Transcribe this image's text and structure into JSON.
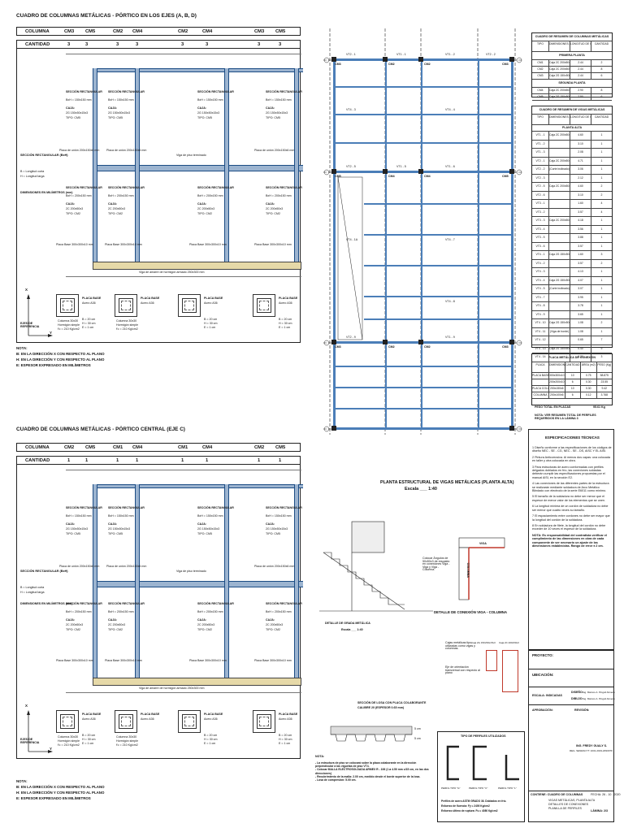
{
  "frame1": {
    "title": "CUADRO DE COLUMNAS METÁLICAS - PÓRTICO EN LOS EJES (A, B, D)",
    "row1_label": "COLUMNA",
    "row2_label": "CANTIDAD",
    "columns": [
      {
        "a": "CM3",
        "b": "CM5",
        "qa": "3",
        "qb": "3"
      },
      {
        "a": "CM2",
        "b": "CM4",
        "qa": "3",
        "qb": "3"
      },
      {
        "a": "CM2",
        "b": "CM4",
        "qa": "3",
        "qb": "3"
      },
      {
        "a": "CM3",
        "b": "CM5",
        "qa": "3",
        "qb": "3"
      }
    ]
  },
  "frame2": {
    "title": "CUADRO DE COLUMNAS METÁLICAS - PÓRTICO CENTRAL (EJE C)",
    "row1_label": "COLUMNA",
    "row2_label": "CANTIDAD",
    "columns": [
      {
        "a": "CM2",
        "b": "CM5",
        "qa": "1",
        "qb": "1"
      },
      {
        "a": "CM1",
        "b": "CM4",
        "qa": "1",
        "qb": "1"
      },
      {
        "a": "CM1",
        "b": "CM4",
        "qa": "1",
        "qb": "1"
      },
      {
        "a": "CM2",
        "b": "CM5",
        "qa": "1",
        "qb": "1"
      }
    ]
  },
  "elev": {
    "seccion": "SECCIÓN RECTANGULAR",
    "bxh1": "BxH = 150x150 mm",
    "bxh2": "BxH = 200x150 mm",
    "caja": "CAJA:",
    "caja_a": "2G 150x50x15x3",
    "caja_b": "2C 200x50x3",
    "tipo_a": "TIPO: CM5",
    "tipo_b": "TIPO: CM2",
    "placa_union": "Placa de unión 200x150x6 mm",
    "placa_base": "Placa Base 300x300x10 mm",
    "viga_piso": "Viga de piso terminado",
    "viga_cimentacion": "Viga de amarre de hormigón armado 250x300 mm",
    "side_title": "SECCIÓN RECTANGULAR (BxH)",
    "side_b": "B = Longitud corta",
    "side_h": "H = Longitud larga",
    "side_dim": "DIMENSIONES EN MILÍMETROS (mm)"
  },
  "plan_row": {
    "placa_title": "PLACA BASE",
    "placa_sub": "Acero A36",
    "columna_txt": "Columna 30x30",
    "hormigon": "Hormigón simple",
    "fc": "f'c = 210 Kg/cm2",
    "bdim": "B = 20 cm",
    "hdim": "H = 30 cm",
    "edim": "E = 1 cm",
    "ejes": "EJES DE REFERENCIA",
    "axis_x": "X",
    "axis_y": "Y"
  },
  "notes1": {
    "title": "NOTA:",
    "b": "B:     EN LA DIRECCIÓN X CON RESPECTO AL PLANO",
    "h": "H:     EN LA DIRECCIÓN Y CON RESPECTO AL PLANO",
    "e": "E:     ESPESOR EXPRESADO EN MILÍMETROS"
  },
  "plan": {
    "title": "PLANTA ESTRUCTURAL DE VIGAS METÁLICAS (PLANTA ALTA)",
    "scale": "Escala ___ 1:40",
    "cm_labels": [
      "CM3",
      "CM2",
      "CM2",
      "CM3",
      "CM5",
      "CM4",
      "CM4",
      "CM5",
      "CM3",
      "CM2",
      "CM2",
      "CM3"
    ],
    "beam_labels": [
      "VT2 - 1",
      "VT1 - 1",
      "VT1 - 2",
      "VT2 - 2",
      "VT4 - 3",
      "VT4 - 4",
      "VT2 - 5",
      "VT1 - 5",
      "VT1 - 6",
      "VT4 - 1A",
      "VT4 - 7",
      "VT4 - 8",
      "VT2 - 9",
      "VT1 - 9"
    ]
  },
  "table1": {
    "title": "CUADRO DE RESUMEN DE COLUMNAS METÁLICAS",
    "headers": [
      "TIPO",
      "DIMENSIONES (mm)",
      "LONGITUD DE CORTE (m)",
      "CANTIDAD"
    ],
    "section1": "PRIMERA PLANTA",
    "section2": "SEGUNDA PLANTA",
    "rows": [
      [
        "CM1",
        "Caja 2C 200x50x3",
        "2.44",
        "2"
      ],
      [
        "CM2",
        "Caja 2C 200x50x3",
        "2.44",
        "8"
      ],
      [
        "CM3",
        "Caja 2G 150x50x15x3",
        "2.44",
        "6"
      ],
      [
        "CM4",
        "Caja 2C 200x50x3",
        "2.90",
        "8"
      ],
      [
        "CM5",
        "Caja 2G 150x50x15x3",
        "2.90",
        "6"
      ]
    ]
  },
  "table2": {
    "title": "CUADRO DE RESUMEN DE VIGAS METÁLICAS",
    "headers": [
      "TIPO",
      "DIMENSIONES (mm)",
      "LONGITUD DE CORTE (m)",
      "CANTIDAD"
    ],
    "section": "PLANTA ALTA",
    "rows": [
      [
        "VT1 - 1",
        "Caja 2C 200x50x3",
        "4.60",
        "1"
      ],
      [
        "VT1 - 2",
        "",
        "3.10",
        "1"
      ],
      [
        "VT1 - 3",
        "",
        "2.08",
        "1"
      ],
      [
        "VT2 - 1",
        "Caja 2C 200x50x3",
        "4.71",
        "1"
      ],
      [
        "VT2 - 2",
        "(Corte inclinado)",
        "3.06",
        "1"
      ],
      [
        "VT2 - 3",
        "",
        "2.12",
        "1"
      ],
      [
        "VT2 - 5",
        "Caja 2C 200x50x3",
        "4.60",
        "2"
      ],
      [
        "VT2 - 6",
        "",
        "3.10",
        "2"
      ],
      [
        "VT3 - 1",
        "",
        "1.60",
        "4"
      ],
      [
        "VT3 - 2",
        "",
        "3.57",
        "4"
      ],
      [
        "VT3 - 3",
        "Caja 2C 200x50x3",
        "4.18",
        "1"
      ],
      [
        "VT3 - 4",
        "",
        "3.56",
        "1"
      ],
      [
        "VT3 - 5",
        "",
        "3.88",
        "1"
      ],
      [
        "VT3 - 6",
        "",
        "3.57",
        "1"
      ],
      [
        "VT4 - 1",
        "Caja 2G 150x50x15x3",
        "1.60",
        "3"
      ],
      [
        "VT4 - 2",
        "",
        "3.57",
        "2"
      ],
      [
        "VT4 - 3",
        "",
        "4.13",
        "1"
      ],
      [
        "VT4 - 4",
        "Caja 2G 150x50x15x3",
        "4.07",
        "1"
      ],
      [
        "VT4 - 5",
        "(Corte inclinado)",
        "3.07",
        "1"
      ],
      [
        "VT4 - 7",
        "",
        "3.95",
        "1"
      ],
      [
        "VT4 - 8",
        "",
        "3.78",
        "1"
      ],
      [
        "VT4 - 9",
        "",
        "3.65",
        "1"
      ],
      [
        "VT4 - 10",
        "Caja 2G 150x50x15x3",
        "1.08",
        "2"
      ],
      [
        "VT4 - 11",
        "(Viga de borde)",
        "1.08",
        "1"
      ],
      [
        "VT4 - 12",
        "",
        "0.65",
        "7"
      ],
      [
        "VT4 - 13",
        "Caja 2G 150x50x15x3",
        "0.40",
        "9"
      ],
      [
        "VT4 - 14",
        "",
        "0.30",
        "3"
      ]
    ]
  },
  "table3": {
    "title": "PLACA METÁLICA DE CONEXIÓN",
    "headers": [
      "PLACA",
      "DIMENSIONES (mm)",
      "CANTIDAD",
      "ÁREA (m2)",
      "PESO (Kg)"
    ],
    "rows": [
      [
        "PLACA BASE",
        "300x300x10",
        "10",
        "0.75",
        "58.875"
      ],
      [
        "",
        "200x200x10",
        "6",
        "0.30",
        "23.55"
      ],
      [
        "PLACA COLUMNA",
        "200x150x6",
        "10",
        "0.30",
        "9.42"
      ],
      [
        "COLUMNA",
        "200x100x6",
        "6",
        "0.12",
        "3.768"
      ]
    ],
    "total_label": "PESO TOTAL EN PLACAS",
    "total_value": "95.61 Kg",
    "note": "NOTA: VER RESUMEN TOTAL DE PERFILES REQUERIDOS EN LA LÁMINA 3"
  },
  "specs": {
    "title": "ESPECIFICACIONES TÉCNICAS",
    "items": [
      "1   Diseño conforme a las especificaciones de los códigos de diseño NEC - SE - CG, NEC - SE - DS, AISC Y EL AISI.",
      "2   Pintura Anticorrosiva. Al menos dos capas: una colocada en taller y otra colocada en obra.",
      "3   Para estructuras de acero conformadas con perfiles delgados doblados en frío, las conexiones soldadas deberán cumplir las especificaciones propuestas por el manual AISI, en la sección E2.",
      "4   Las conexiones de las diferentes partes de la estructura se realizarán mediante soldadura de Arco Metálico Blindado con electrodo de la serie E6011 como mínimo.",
      "5   El tamaño de la soldadura no debe ser menor que el espesor de menor valor de los elementos que se unen.",
      "6   La longitud mínima de un cordón de soldadura no debe ser menor que cuatro veces su tamaño.",
      "7   El espaciamiento entre cordones no debe ser mayor que la longitud del cordón de la soldadura.",
      "8   En soldadura de filete, la longitud del cordón no debe exceder de 10 veces el espesor de la soldadura."
    ],
    "note": "NOTA:  Es responsabilidad del contratista verificar el cumplimiento de las dimensiones en obra de cada componente de ser necesario un ajuste de las dimensiones establecidas. Rango de error ± 2 cm."
  },
  "titleblock": {
    "proyecto": "PROYECTO:",
    "ubicacion": "UBICACIÓN:",
    "escala": "ESCALA: INDICADAS",
    "diseno": "DISEÑO:",
    "diseno_val": "Ing. Marcos A. Pinguil Almeno",
    "dibujo": "DIBUJO:",
    "dibujo_val": "Ing. Marcos A. Pinguil Almeno",
    "aprobacion": "APROBACIÓN:",
    "revision": "REVISIÓN:",
    "firma": "ING. FREDY GUALY S.",
    "firma_sub": "REG. SENESCYT: 1031-2019-2093079",
    "contiene": "CONTIENE: CUADRO DE COLUMNAS",
    "contiene_items": "VIGAS METÁLICAS, PLANTA ALTA\nDETALLES DE CONEXIONES\nPLANILLA DE PERFILES",
    "fecha": "FECHA: 26 - 10 - 2020",
    "lamina": "LÁMINA:",
    "lamina_val": "2/3"
  },
  "details": {
    "grada_title": "DETALLE DE GRADA METÁLICA",
    "grada_scale": "Escala ___ 1:40",
    "conexion_title": "DETALLE DE CONEXIÓN VIGA - COLUMNA",
    "conexion_note": "Colocar Ángulos de 50x50x3 de respaldo en conexiones Viga - Viga y Viga - Columna",
    "viga": "VIGA",
    "columna": "COLUMNA",
    "cajas_note": "Cajas metálicas tipo, utilizadas como vigas y columnas.",
    "eje_note": "Eje de orientación transversal con respecto al plano",
    "losa_title": "SECCIÓN DE LOSA CON PLACA COLABORANTE",
    "losa_sub": "CALIBRE 20 (ESPESOR 0.65 mm)",
    "losa_e1": "5 cm",
    "losa_e2": "5 cm",
    "caja_a": "Caja 2G 150x50x15x3",
    "caja_b": "Caja 2C 200x50x3",
    "perfiles_title": "TIPO DE PERFILES UTILIZADOS",
    "perfil1": "PERFIL TIPO \"G\"",
    "perfil2": "PERFIL TIPO \"C\"",
    "perfil3": "PERFIL TIPO \"L\"",
    "perfil_note1": "Perfiles de acero ASTM GRADO 36. Doblados en frío.",
    "perfil_note2": "Esfuerzo de fluencia: Fy = 2400 Kg/cm2",
    "perfil_note3": "Esfuerzo último de ruptura: Fu = 4080 Kg/cm2",
    "losa_notes_title": "NOTA:",
    "losa_notes": [
      "- La estructura de piso se colocará sobre la placa colaborante en la dirección perpendicular a las viguetas de piso VT4.",
      "- Colocar MALLA ELECTROSOLDADA ARMEX R - 106 (1 ø 4.50 mm c/15 cm, en las dos direcciones)",
      "- Recubrimiento de la malla: 2.00 cm, medido desde el borde superior de la losa.",
      "- Losa de compresión: 5.00 cm."
    ]
  }
}
